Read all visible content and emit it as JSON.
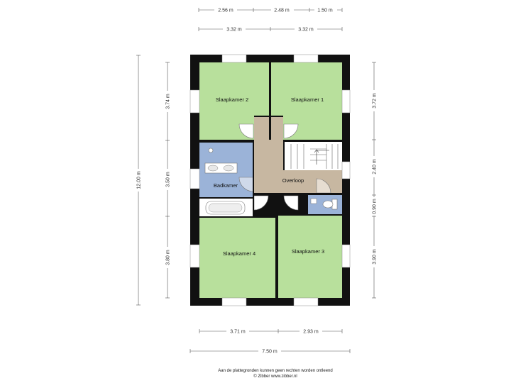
{
  "colors": {
    "wall": "#111111",
    "bedroom": "#b8e09c",
    "bathroom": "#9bb3d8",
    "landing": "#c7b7a1",
    "toilet": "#9bb3d8",
    "stair": "#ffffff"
  },
  "rooms": {
    "slaapkamer2": "Slaapkamer 2",
    "slaapkamer1": "Slaapkamer 1",
    "badkamer": "Badkamer",
    "overloop": "Overloop",
    "slaapkamer4": "Slaapkamer 4",
    "slaapkamer3": "Slaapkamer 3"
  },
  "dimensions": {
    "top_row1": [
      "2.56 m",
      "2.48 m",
      "1.50 m"
    ],
    "top_row2": [
      "3.32 m",
      "3.32 m"
    ],
    "bottom_row1": [
      "3.71 m",
      "2.93 m"
    ],
    "bottom_total": "7.50 m",
    "left_total": "12.00 m",
    "left_segments": [
      "3.74 m",
      "3.50 m",
      "3.80 m"
    ],
    "right_segments": [
      "3.72 m",
      "2.40 m",
      "0.90 m",
      "3.90 m"
    ]
  },
  "footer": {
    "line1": "Aan de plattegronden kunnen geen rechten worden ontleend",
    "line2": "© Zibber www.zibber.nl"
  }
}
